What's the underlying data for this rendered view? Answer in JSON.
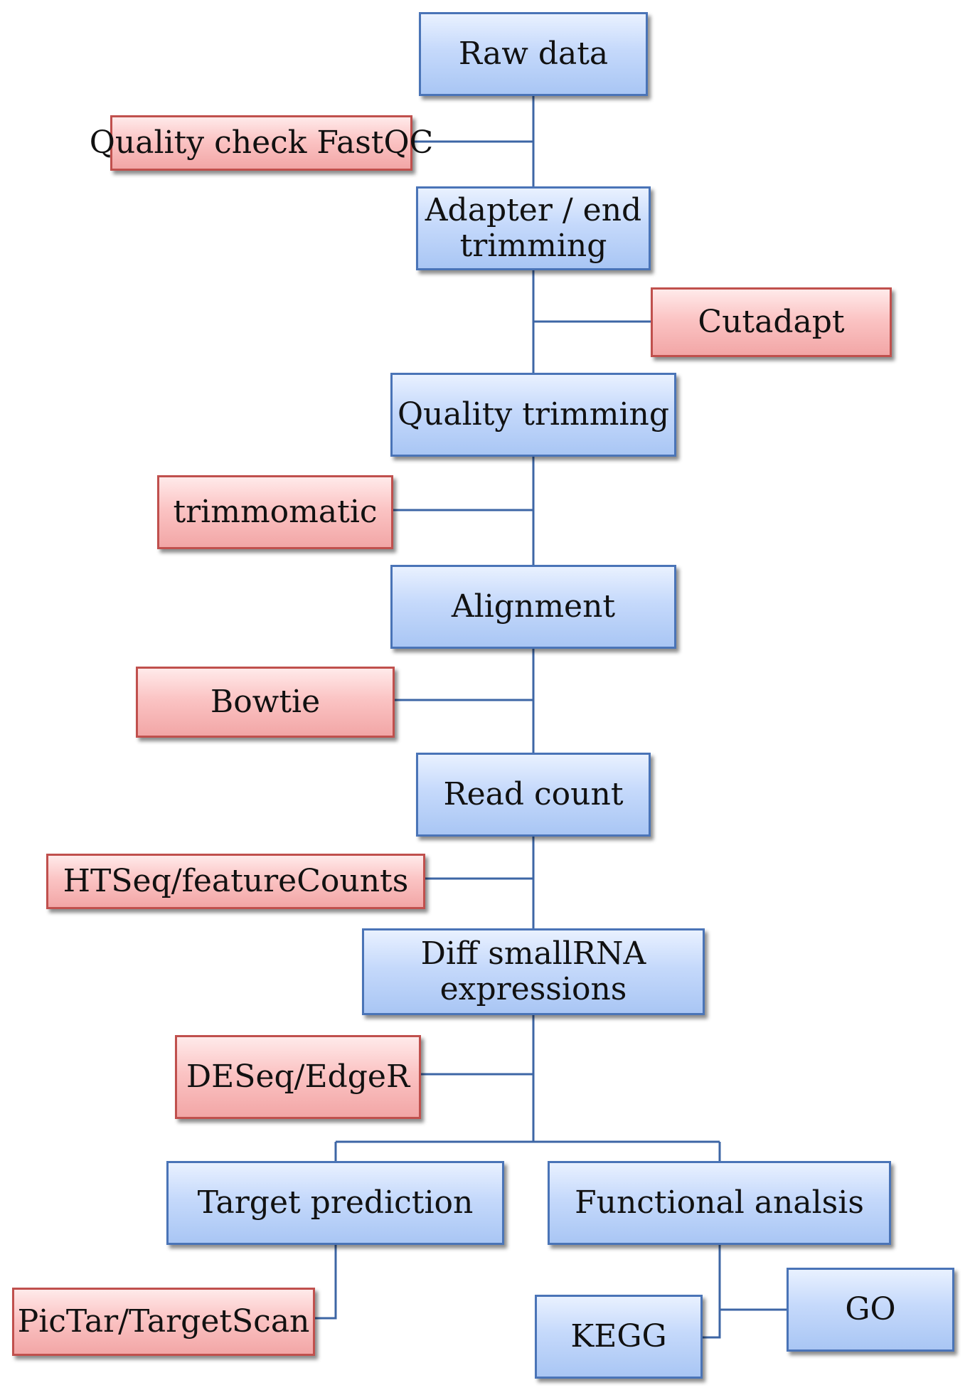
{
  "steps": {
    "raw_data": "Raw data",
    "adapter_trimming": "Adapter / end\ntrimming",
    "quality_trimming": "Quality trimming",
    "alignment": "Alignment",
    "read_count": "Read count",
    "diff_expression": "Diff smallRNA\nexpressions",
    "target_prediction": "Target prediction",
    "functional_analysis": "Functional analsis",
    "kegg": "KEGG",
    "go": "GO"
  },
  "tools": {
    "fastqc": "Quality check FastQC",
    "cutadapt": "Cutadapt",
    "trimmomatic": "trimmomatic",
    "bowtie": "Bowtie",
    "htseq": "HTSeq/featureCounts",
    "deseq": "DESeq/EdgeR",
    "pictar": "PicTar/TargetScan"
  },
  "colors": {
    "step_fill": "#c5d9fb",
    "step_border": "#4a74b7",
    "tool_fill": "#fbc4c4",
    "tool_border": "#c0504d",
    "connector": "#3d66a5"
  }
}
